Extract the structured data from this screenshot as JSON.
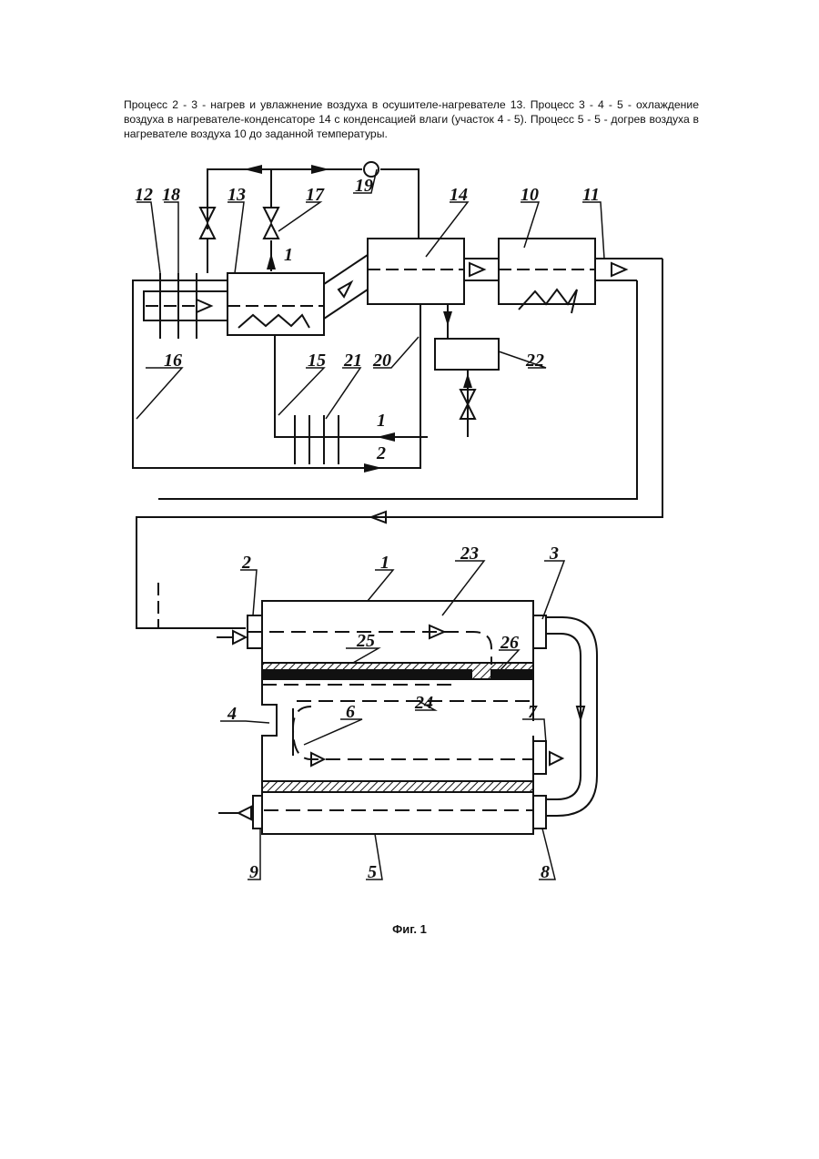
{
  "paragraph": "Процесс 2 - 3 - нагрев и увлажнение воздуха в осушителе-нагревателе 13. Процесс 3 - 4 - 5 - охлаждение воздуха в нагревателе-конденсаторе 14 с конденсацией влаги (участок 4 - 5). Процесс 5 - 5 - догрев воздуха в нагревателе воздуха 10 до заданной температуры.",
  "caption": "Фиг. 1",
  "labels": {
    "l12": "12",
    "l18": "18",
    "l13": "13",
    "l17": "17",
    "l19": "19",
    "l14": "14",
    "l10": "10",
    "l11": "11",
    "l1_top": "1",
    "l16": "16",
    "l15": "15",
    "l21": "21",
    "l20": "20",
    "l22": "22",
    "l1_stream": "1",
    "l2_stream": "2",
    "l2": "2",
    "l1": "1",
    "l23": "23",
    "l3": "3",
    "l25": "25",
    "l26": "26",
    "l4": "4",
    "l6": "6",
    "l24": "24",
    "l7": "7",
    "l9": "9",
    "l5": "5",
    "l8": "8"
  }
}
